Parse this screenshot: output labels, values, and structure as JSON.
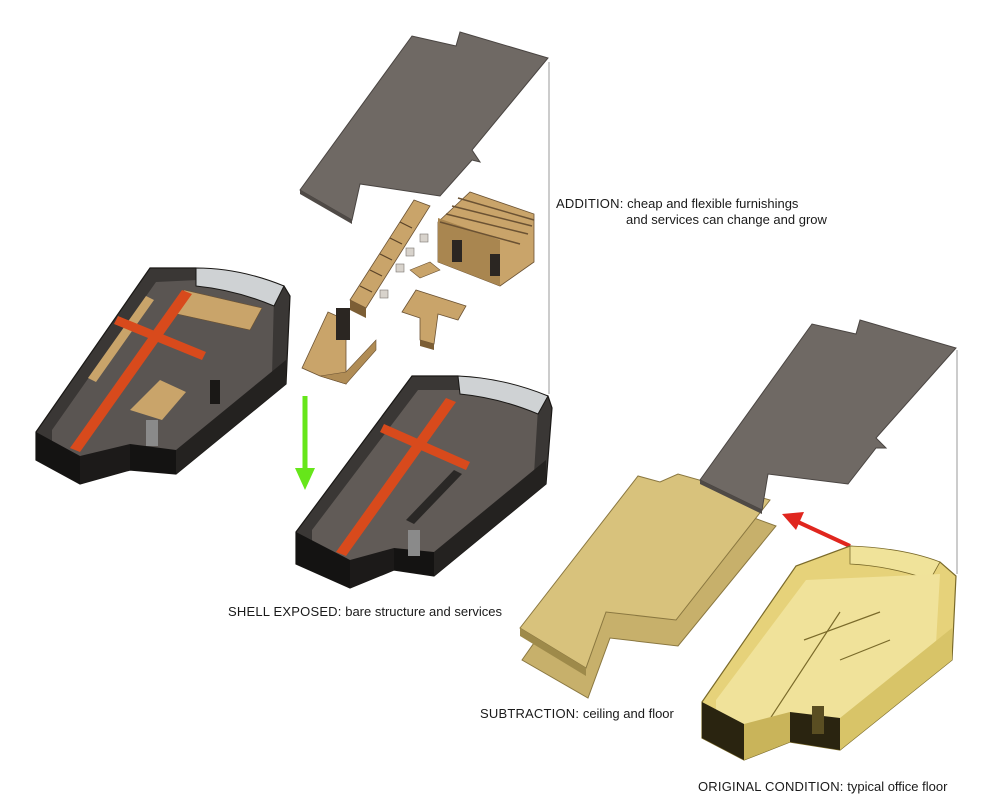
{
  "labels": {
    "addition": {
      "keyword": "ADDITION:",
      "line1": "cheap and flexible furnishings",
      "line2": "and services can change and grow"
    },
    "shell": {
      "keyword": "SHELL EXPOSED:",
      "text": "bare structure and services"
    },
    "subtraction": {
      "keyword": "SUBTRACTION:",
      "text": "ceiling and floor"
    },
    "original": {
      "keyword": "ORIGINAL CONDITION:",
      "text": "typical office floor"
    }
  },
  "colors": {
    "roof_slab": "#6f6964",
    "shell_dark": "#2b2927",
    "shell_mid": "#4a4644",
    "beam": "#d84a1c",
    "furnishing": "#b8935a",
    "subtraction_slab": "#c7b06b",
    "original_volume": "#e6d27a",
    "arrow_down": "#66e61a",
    "arrow_red": "#e0261e",
    "leader_line": "#9a9a9a"
  },
  "arrows": [
    {
      "name": "shell-down-arrow",
      "direction": "down"
    },
    {
      "name": "subtraction-arrow",
      "direction": "up-left"
    }
  ]
}
